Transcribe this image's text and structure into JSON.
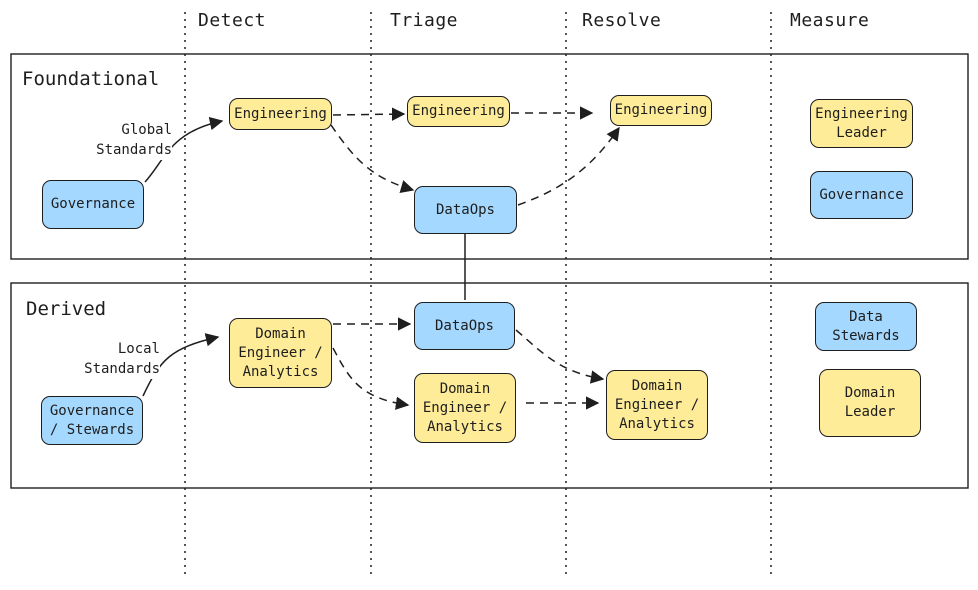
{
  "columns": [
    "Detect",
    "Triage",
    "Resolve",
    "Measure"
  ],
  "bands": {
    "foundational": "Foundational",
    "derived": "Derived"
  },
  "nodes": {
    "f_governance": "Governance",
    "f_detect_engineering": "Engineering",
    "f_triage_engineering": "Engineering",
    "f_triage_dataops": "DataOps",
    "f_resolve_engineering": "Engineering",
    "f_measure_engineering_leader": "Engineering\nLeader",
    "f_measure_governance": "Governance",
    "d_governance_stewards": "Governance\n/ Stewards",
    "d_detect_domain": "Domain\nEngineer /\nAnalytics",
    "d_triage_dataops": "DataOps",
    "d_triage_domain": "Domain\nEngineer /\nAnalytics",
    "d_resolve_domain": "Domain\nEngineer /\nAnalytics",
    "d_measure_data_stewards": "Data\nStewards",
    "d_measure_domain_leader": "Domain\nLeader"
  },
  "edge_labels": {
    "global_standards": "Global\nStandards",
    "local_standards": "Local\nStandards"
  },
  "colors": {
    "yellow_fill": "#ffec99",
    "blue_fill": "#a5d8ff",
    "stroke": "#1e1e1e"
  }
}
